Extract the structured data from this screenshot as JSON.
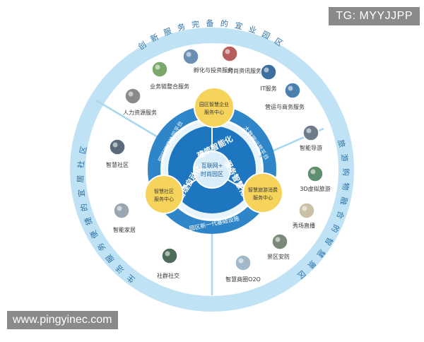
{
  "diagram": {
    "outer_ring_top_text": "创新服务完备的宜业园区",
    "outer_ring_right_text": "旅游购物融合的智慧景区",
    "outer_ring_left_text": "生活服务便捷的宜居社区",
    "center_line1": "互联网+",
    "center_line2": "时尚园区",
    "core_segments": [
      "建筑智能化",
      "服务智慧化",
      "管理自动化"
    ],
    "middle_ring_labels": [
      "园区管理协同平台",
      "大数据运营平台",
      "园区新一代基础设施"
    ],
    "yellow_hubs": [
      {
        "line1": "园区智慧企业",
        "line2": "服务中心"
      },
      {
        "line1": "智慧社区",
        "line2": "服务中心"
      },
      {
        "line1": "智慧旅游消费",
        "line2": "服务中心"
      }
    ],
    "services": [
      {
        "label": "孵化与投资服务",
        "icon": "incubation-icon"
      },
      {
        "label": "时尚资讯服务",
        "icon": "fashion-news-icon"
      },
      {
        "label": "业务链整合服务",
        "icon": "business-chain-icon"
      },
      {
        "label": "IT服务",
        "icon": "it-service-icon"
      },
      {
        "label": "人力资源服务",
        "icon": "hr-icon"
      },
      {
        "label": "营运与商务服务",
        "icon": "operations-icon"
      },
      {
        "label": "智慧社区",
        "icon": "smart-community-icon"
      },
      {
        "label": "智能家居",
        "icon": "smart-home-icon"
      },
      {
        "label": "社群社交",
        "icon": "social-icon"
      },
      {
        "label": "智能导游",
        "icon": "smart-guide-icon"
      },
      {
        "label": "3D虚拟旅游",
        "icon": "vr-tour-icon"
      },
      {
        "label": "秀场直播",
        "icon": "live-show-icon"
      },
      {
        "label": "景区安防",
        "icon": "security-icon"
      },
      {
        "label": "智慧商圈O2O",
        "icon": "o2o-icon"
      }
    ],
    "colors": {
      "outer_ring": "#bfe3f4",
      "outer_ring_text": "#2a6fa8",
      "middle_ring": "#2e86c8",
      "core": "#1e76c0",
      "hub_yellow": "#f6d35a",
      "divider": "#a8d8ef"
    }
  },
  "watermarks": {
    "top": "TG: MYYJJPP",
    "bottom": "www.pingyinec.com"
  }
}
